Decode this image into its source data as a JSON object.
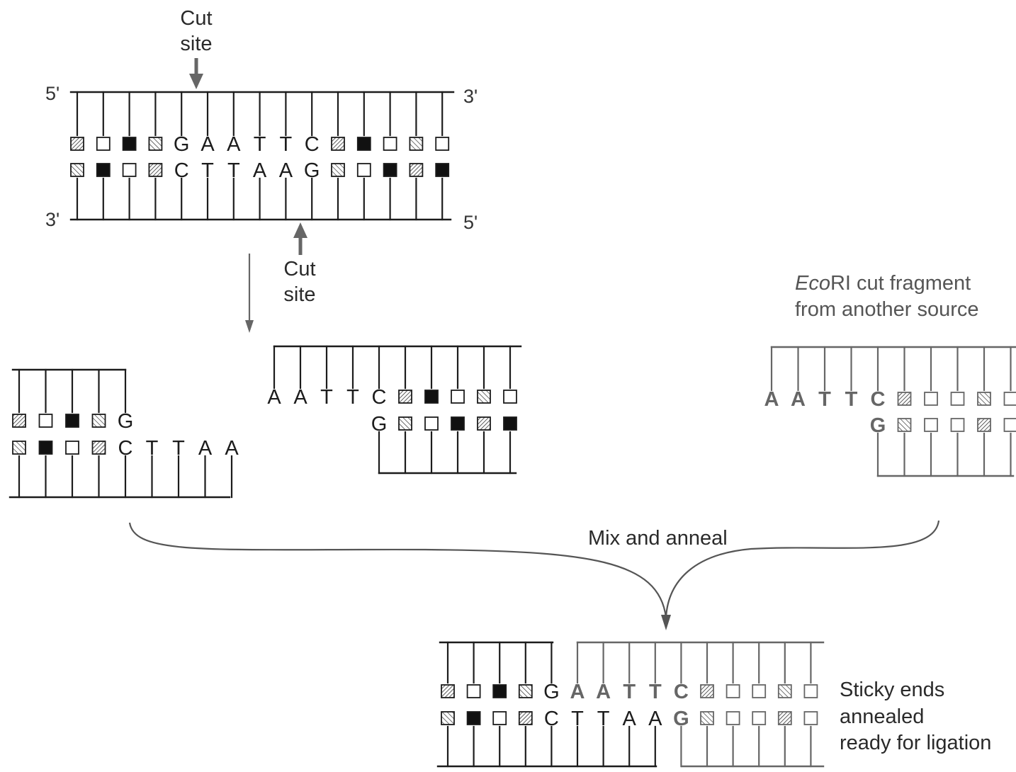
{
  "labels": {
    "cut_site_top": "Cut\nsite",
    "cut_site_bottom": "Cut\nsite",
    "five_prime": "5'",
    "three_prime": "3'",
    "source_label_italic": "Eco",
    "source_label_rest": "RI cut fragment",
    "source_label_line2": "from another source",
    "mix_and_anneal": "Mix and anneal",
    "result_label": "Sticky ends\nannealed\nready for ligation"
  },
  "molecules": {
    "original": {
      "top": [
        "hatch-a",
        "open",
        "black",
        "hatch-b",
        "G",
        "A",
        "A",
        "T",
        "T",
        "C",
        "hatch-a",
        "black",
        "open",
        "hatch-b",
        "open"
      ],
      "bottom": [
        "hatch-b",
        "black",
        "open",
        "hatch-a",
        "C",
        "T",
        "T",
        "A",
        "A",
        "G",
        "hatch-b",
        "open",
        "black",
        "hatch-a",
        "black"
      ]
    },
    "left_fragment": {
      "top": [
        "hatch-a",
        "open",
        "black",
        "hatch-b",
        "G"
      ],
      "bottom": [
        "hatch-b",
        "black",
        "open",
        "hatch-a",
        "C",
        "T",
        "T",
        "A",
        "A"
      ]
    },
    "right_fragment": {
      "top": [
        "A",
        "A",
        "T",
        "T",
        "C",
        "hatch-a",
        "black",
        "open",
        "hatch-b",
        "open"
      ],
      "bottom": [
        "G",
        "hatch-b",
        "open",
        "black",
        "hatch-a",
        "black"
      ]
    },
    "other_source": {
      "top": [
        "A",
        "A",
        "T",
        "T",
        "C",
        "hatch-a",
        "open",
        "open",
        "hatch-b",
        "open"
      ],
      "bottom": [
        "G",
        "hatch-b",
        "open",
        "open",
        "hatch-a",
        "open"
      ]
    },
    "annealed": {
      "top": [
        "hatch-a",
        "open",
        "black",
        "hatch-b",
        "G",
        "A",
        "A",
        "T",
        "T",
        "C",
        "hatch-a",
        "open",
        "open",
        "hatch-b",
        "open"
      ],
      "bottom": [
        "hatch-b",
        "black",
        "open",
        "hatch-a",
        "C",
        "T",
        "T",
        "A",
        "A",
        "G",
        "hatch-b",
        "open",
        "open",
        "hatch-a",
        "open"
      ]
    }
  }
}
